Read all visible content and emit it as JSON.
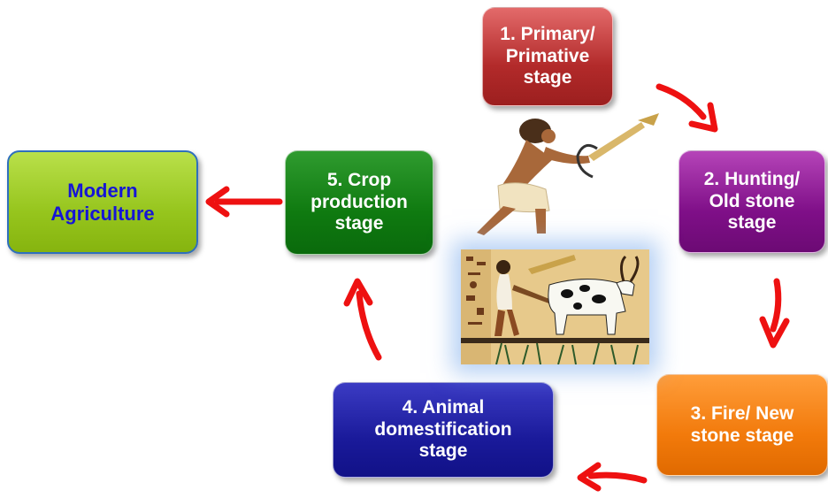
{
  "stages": [
    {
      "label": "1. Primary/\nPrimative\nstage",
      "color": "#b22a2a"
    },
    {
      "label": "2. Hunting/\nOld stone\nstage",
      "color": "#7f0f88"
    },
    {
      "label": "3. Fire/ New\nstone stage",
      "color": "#f27a0b"
    },
    {
      "label": "4. Animal\ndomestification\nstage",
      "color": "#1a1a9a"
    },
    {
      "label": "5. Crop\nproduction\nstage",
      "color": "#0f7a10"
    }
  ],
  "modern": {
    "label": "Modern\nAgriculture",
    "color": "#96c51d",
    "text_color": "#1515d6"
  },
  "arrow_color": "#ee1111",
  "illustrations": [
    "harvester-figure",
    "egyptian-ploughing-scene"
  ]
}
